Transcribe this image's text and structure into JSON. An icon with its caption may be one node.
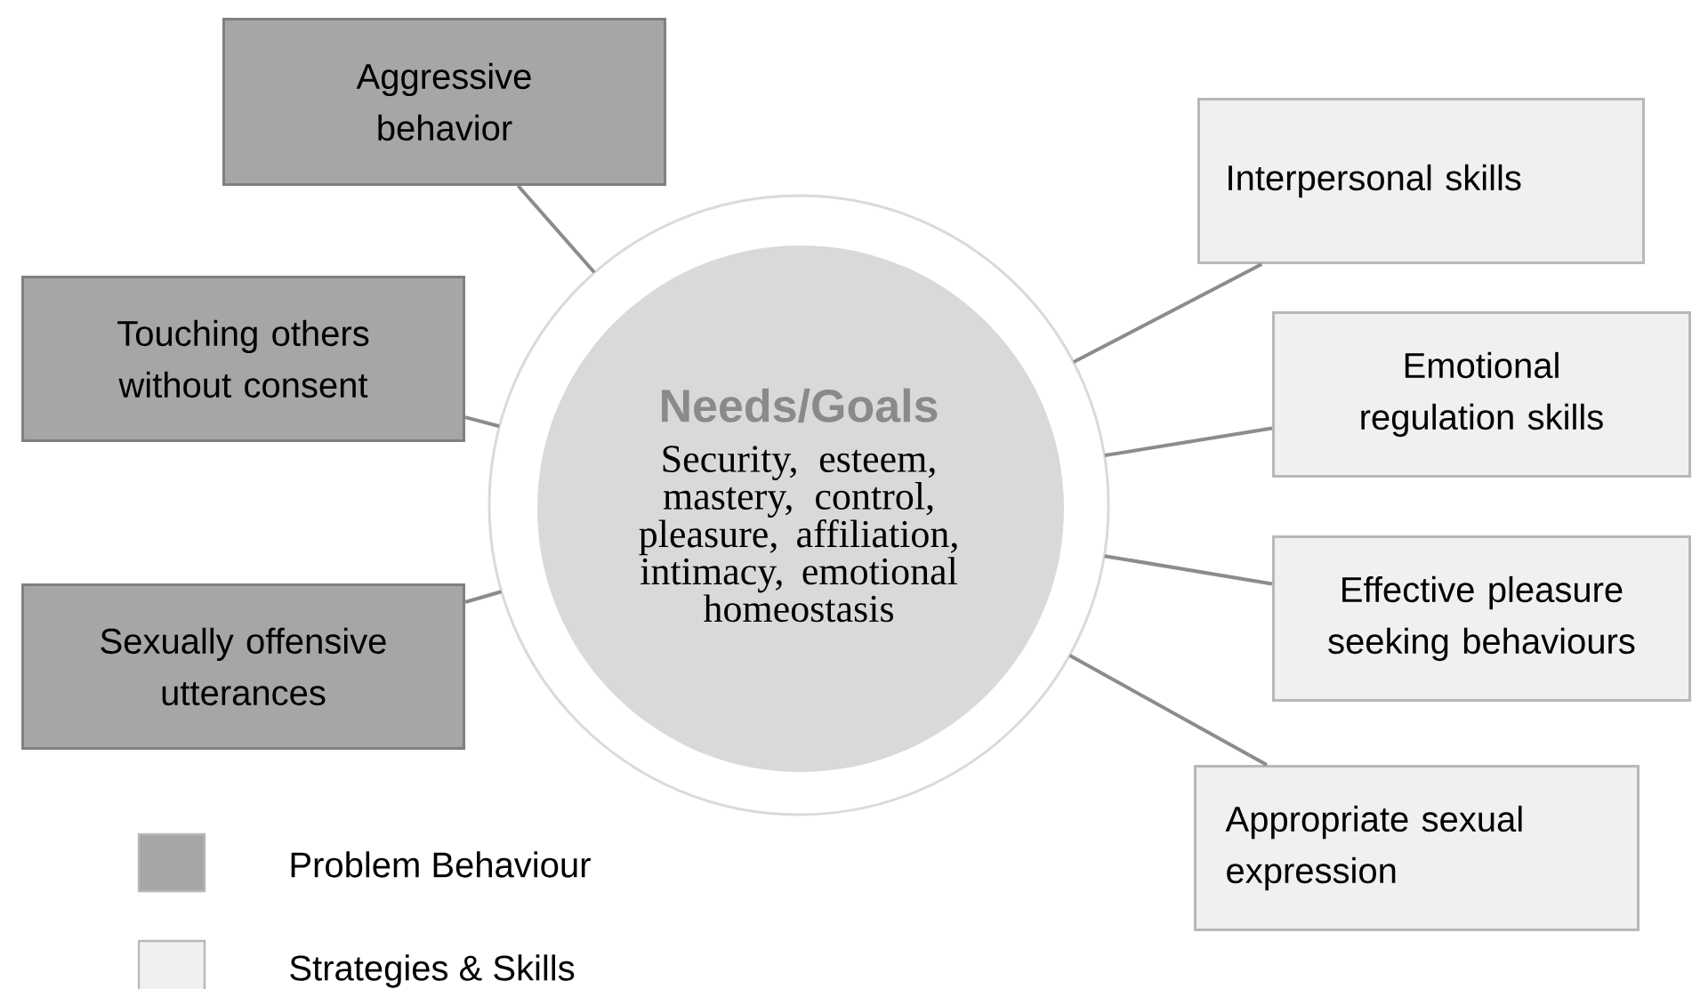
{
  "diagram": {
    "nodes": [
      {
        "text": [
          "Aggressive behavior"
        ]
      },
      {
        "text": [
          "Touching others without consent"
        ]
      },
      {
        "text": [
          "Sexually offensive utterances"
        ]
      },
      {
        "text": [
          "Needs/Goals",
          "Security, esteem, mastery, control, pleasure, affiliation, intimacy, emotional homeostasis"
        ]
      },
      {
        "text": [
          "Interpersonal skills"
        ]
      },
      {
        "text": [
          "Emotional regulation skills"
        ]
      },
      {
        "text": [
          "Effective pleasure seeking behaviours"
        ]
      },
      {
        "text": [
          "Appropriate sexual expression"
        ]
      }
    ],
    "edges": [
      {
        "from": 0,
        "to": 3,
        "arrow": "none"
      },
      {
        "from": 1,
        "to": 3,
        "arrow": "none"
      },
      {
        "from": 2,
        "to": 3,
        "arrow": "none"
      },
      {
        "from": 3,
        "to": 4,
        "arrow": "none"
      },
      {
        "from": 3,
        "to": 5,
        "arrow": "none"
      },
      {
        "from": 3,
        "to": 6,
        "arrow": "none"
      },
      {
        "from": 3,
        "to": 7,
        "arrow": "none"
      }
    ],
    "legend": [
      {
        "text": "Problem Behaviour",
        "color": "#a6a6a6"
      },
      {
        "text": "Strategies & Skills",
        "color": "#f0f0f0"
      }
    ]
  }
}
